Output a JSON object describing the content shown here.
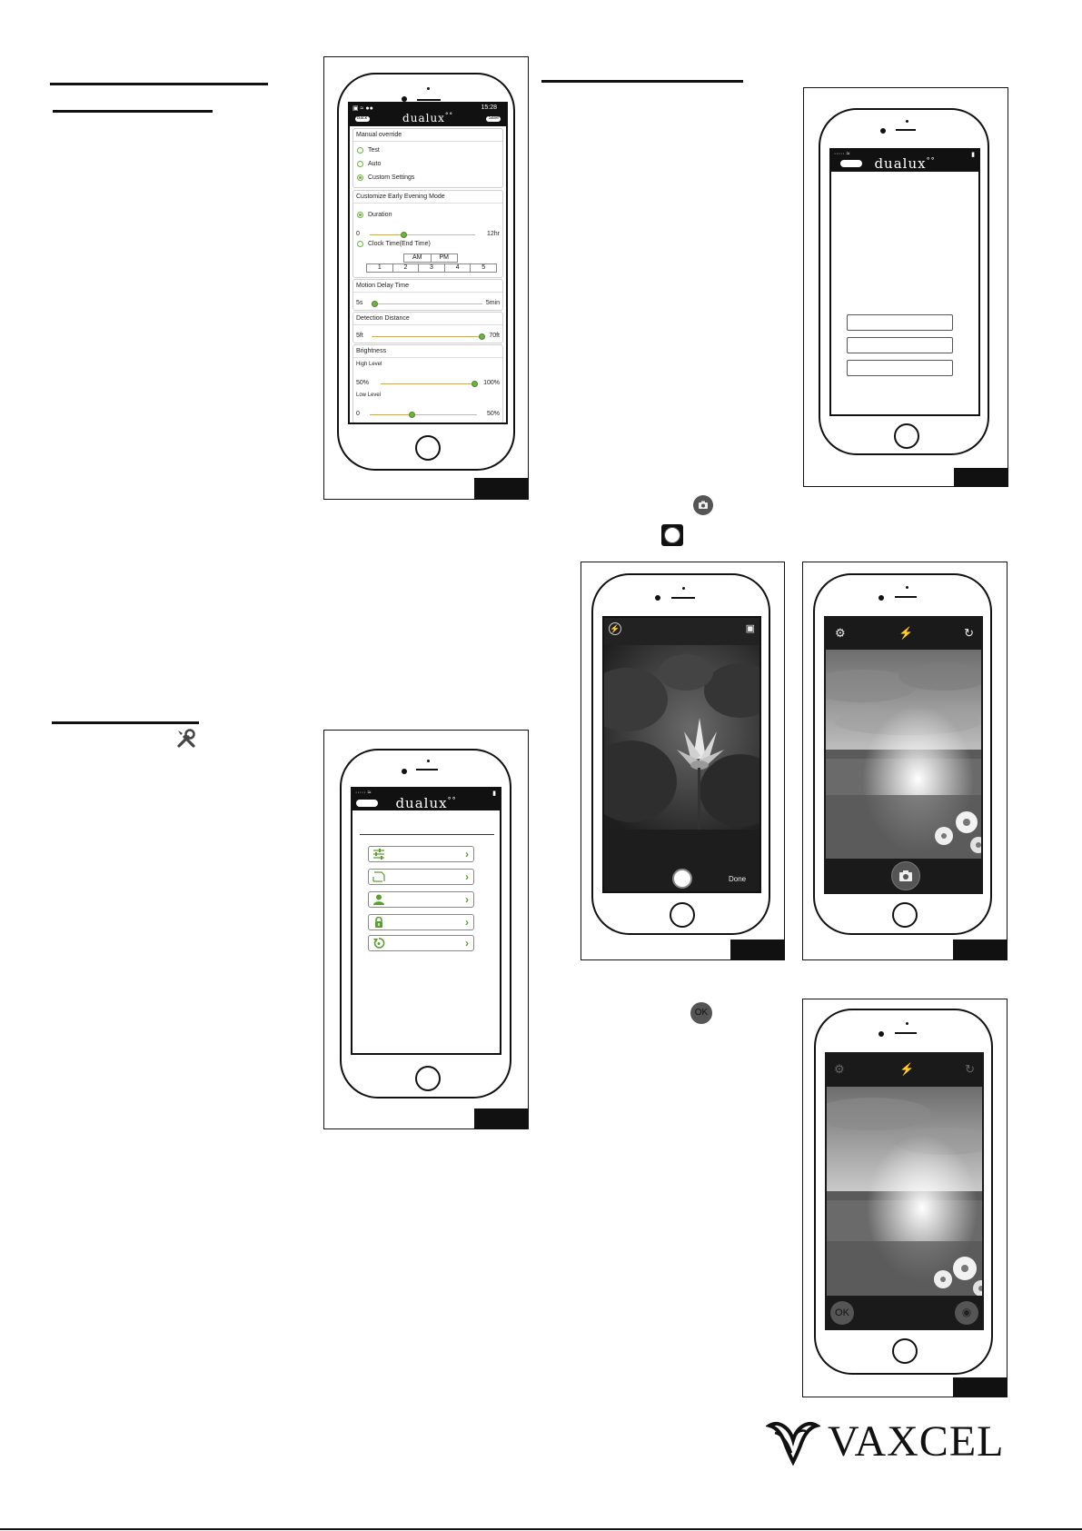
{
  "settings_screen": {
    "status_time": "15:28",
    "nav_back": "Back",
    "app_name": "dualux",
    "app_mark": "°°",
    "nav_save": "Save",
    "manual_override": {
      "heading": "Manual override",
      "options": [
        {
          "label": "Test",
          "selected": false
        },
        {
          "label": "Auto",
          "selected": false
        },
        {
          "label": "Custom Settings",
          "selected": true
        }
      ]
    },
    "early_evening": {
      "heading": "Customize Early Evening Mode",
      "duration_label": "Duration",
      "duration_min": "0",
      "duration_max": "12hr",
      "duration_fraction": 0.33,
      "clock_label": "Clock Time(End Time)",
      "ampm": [
        "AM",
        "PM"
      ],
      "hours": [
        "1",
        "2",
        "3",
        "4",
        "5"
      ]
    },
    "motion_delay": {
      "heading": "Motion Delay Time",
      "min": "5s",
      "max": "5min",
      "fraction": 0.02
    },
    "detection_distance": {
      "heading": "Detection Distance",
      "min": "5ft",
      "max": "70ft",
      "fraction": 1.0
    },
    "brightness": {
      "heading": "Brightness",
      "high_label": "High Level",
      "high_min": "50%",
      "high_max": "100%",
      "high_fraction": 1.0,
      "low_label": "Low Level",
      "low_min": "0",
      "low_max": "50%",
      "low_fraction": 0.4
    }
  },
  "menu_screen": {
    "app_name": "dualux",
    "app_mark": "°°",
    "items": [
      {
        "icon": "sliders-icon"
      },
      {
        "icon": "dimension-icon"
      },
      {
        "icon": "user-icon"
      },
      {
        "icon": "lock-icon"
      },
      {
        "icon": "reset-icon"
      }
    ]
  },
  "login_screen": {
    "app_name": "dualux",
    "app_mark": "°°",
    "fields": 3
  },
  "camera_screen": {
    "done_label": "Done"
  },
  "confirm_screen": {
    "ok_label": "OK"
  },
  "inline_icons": {
    "ok_label": "OK"
  },
  "brand": {
    "logo_text": "VAXCEL",
    "accent": "#6cb33f",
    "slider_fill": "#e6a817"
  }
}
